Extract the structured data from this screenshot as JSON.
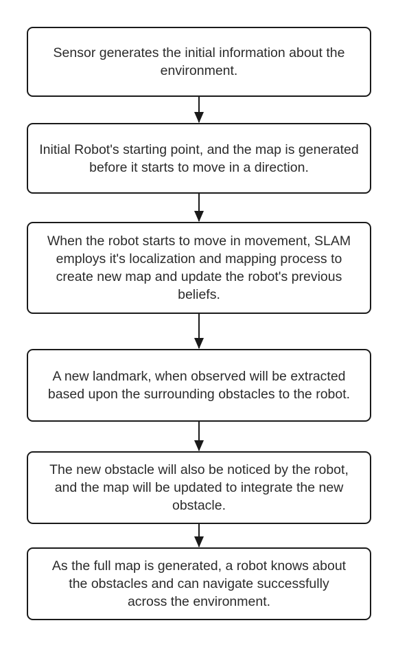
{
  "diagram": {
    "steps": [
      {
        "text": "Sensor generates the initial information about the environment."
      },
      {
        "text": "Initial Robot's starting point, and the map is generated before it starts to move in a direction."
      },
      {
        "text": "When the robot starts to move in movement, SLAM employs it's localization and mapping process to create new map and update the robot's previous beliefs."
      },
      {
        "text": "A new landmark, when observed will be extracted based upon the surrounding obstacles to the robot."
      },
      {
        "text": "The new obstacle will also be noticed by the robot, and the map will be updated to integrate the new obstacle."
      },
      {
        "text": "As the full map is generated, a robot knows about the obstacles and can navigate successfully across the environment."
      }
    ],
    "colors": {
      "border": "#1a1a1a",
      "arrow": "#1a1a1a",
      "text": "#2b2b2b",
      "background": "#ffffff"
    }
  }
}
